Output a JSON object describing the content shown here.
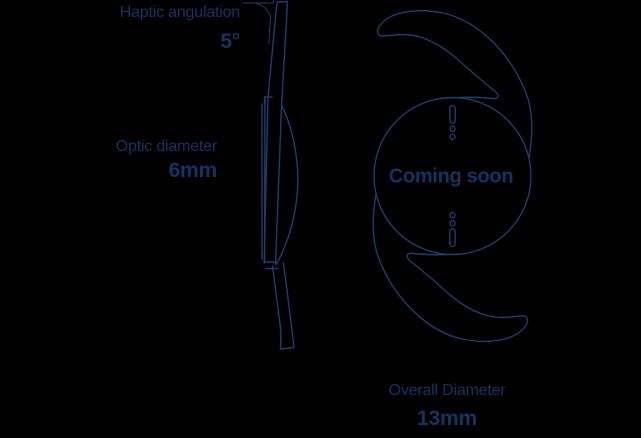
{
  "page": {
    "background": "#000000"
  },
  "colors": {
    "line": "#1b3e6e",
    "text": "#133460"
  },
  "side_view": {
    "annotations": {
      "haptic_angulation_label": "Haptic angulation",
      "haptic_angulation_value": "5°",
      "optic_diameter_label": "Optic diameter",
      "optic_diameter_value": "6mm"
    }
  },
  "front_view": {
    "center_label": "Coming soon",
    "annotations": {
      "overall_diameter_label": "Overall Diameter",
      "overall_diameter_value": "13mm"
    }
  }
}
